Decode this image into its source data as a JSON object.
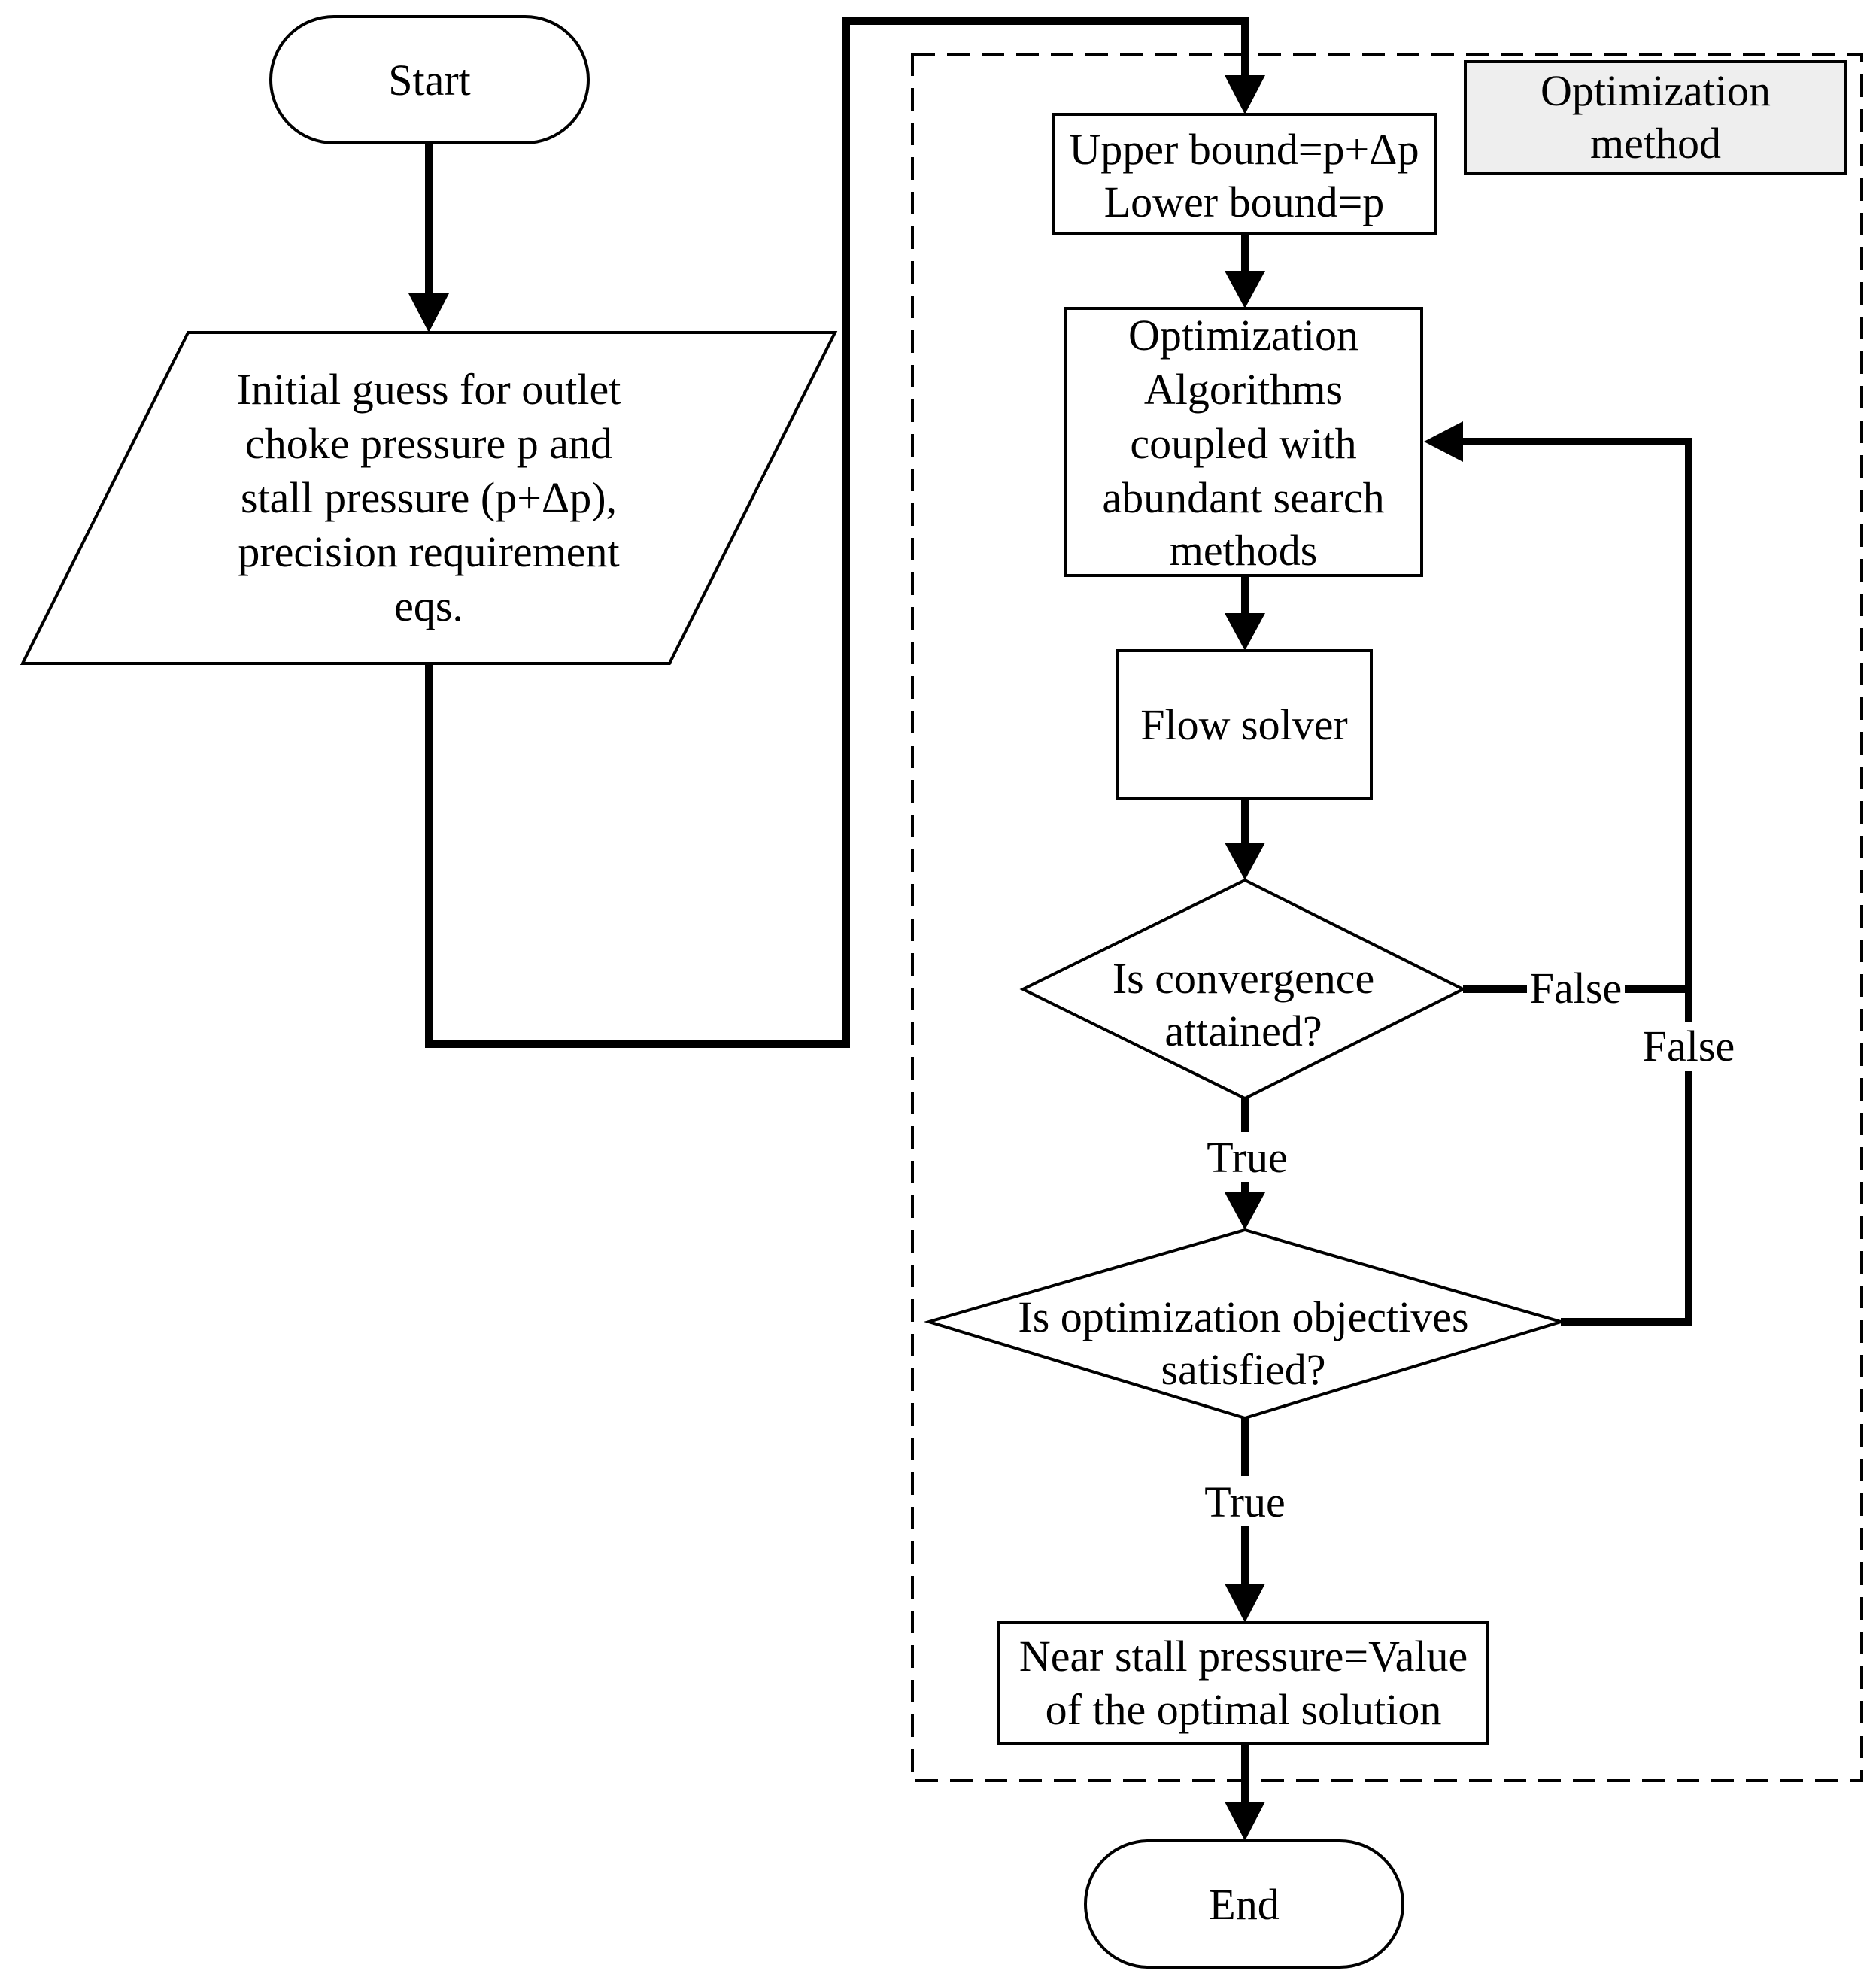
{
  "nodes": {
    "start": "Start",
    "input": [
      "Initial guess for outlet",
      "choke pressure p and",
      "stall pressure (p+Δp),",
      "precision requirement",
      "eqs."
    ],
    "group_label": [
      "Optimization",
      "method"
    ],
    "bounds": [
      "Upper bound=p+Δp",
      "Lower bound=p"
    ],
    "algorithms": [
      "Optimization",
      "Algorithms",
      "coupled with",
      "abundant search",
      "methods"
    ],
    "solver": "Flow solver",
    "convergence": [
      "Is  convergence",
      "attained?"
    ],
    "objectives": [
      "Is optimization objectives",
      "satisfied?"
    ],
    "result": [
      "Near stall pressure=Value",
      "of the optimal solution"
    ],
    "end": "End"
  },
  "edge_labels": {
    "conv_false": "False",
    "obj_false": "False",
    "conv_true": "True",
    "obj_true": "True"
  },
  "colors": {
    "stroke": "#000000",
    "background": "#ffffff",
    "group_label_fill": "#eeeeee"
  }
}
